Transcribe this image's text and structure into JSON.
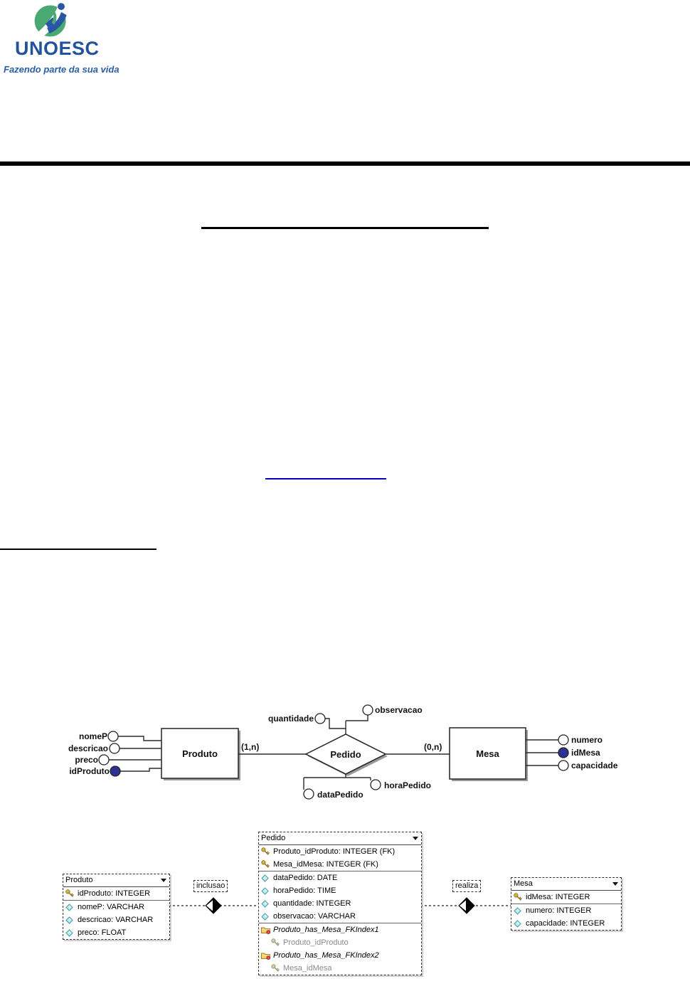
{
  "logo": {
    "brand": "UNOESC",
    "tagline": "Fazendo parte da sua vida",
    "brand_color": "#24539e",
    "green": "#4aa873",
    "blue": "#2a57a5"
  },
  "link": {
    "underline_color": "#0000bb"
  },
  "er": {
    "entities": {
      "produto": "Produto",
      "mesa": "Mesa"
    },
    "relationship": {
      "name": "Pedido",
      "card_produto": "(1,n)",
      "card_mesa": "(0,n)"
    },
    "attributes": {
      "nomeP": "nomeP",
      "descricao": "descricao",
      "preco": "preco",
      "idProduto": "idProduto",
      "quantidade": "quantidade",
      "observacao": "observacao",
      "dataPedido": "dataPedido",
      "horaPedido": "horaPedido",
      "numero": "numero",
      "idMesa": "idMesa",
      "capacidade": "capacidade"
    },
    "key_fill": "#2e3192"
  },
  "physical": {
    "relations": {
      "inclusao": "inclusao",
      "realiza": "realiza"
    },
    "tables": {
      "produto": {
        "title": "Produto",
        "sections": [
          [
            {
              "icon": "key",
              "text": "idProduto: INTEGER"
            }
          ],
          [
            {
              "icon": "col",
              "text": "nomeP: VARCHAR"
            },
            {
              "icon": "col",
              "text": "descricao: VARCHAR"
            },
            {
              "icon": "col",
              "text": "preco: FLOAT"
            }
          ]
        ]
      },
      "pedido": {
        "title": "Pedido",
        "sections": [
          [
            {
              "icon": "key",
              "text": "Produto_idProduto: INTEGER (FK)"
            },
            {
              "icon": "key",
              "text": "Mesa_idMesa: INTEGER (FK)"
            }
          ],
          [
            {
              "icon": "col",
              "text": "dataPedido: DATE"
            },
            {
              "icon": "col",
              "text": "horaPedido: TIME"
            },
            {
              "icon": "col",
              "text": "quantidade: INTEGER"
            },
            {
              "icon": "col",
              "text": "observacao: VARCHAR"
            }
          ],
          [
            {
              "icon": "index",
              "text": "Produto_has_Mesa_FKIndex1"
            },
            {
              "icon": "subkey",
              "text": "Produto_idProduto"
            },
            {
              "icon": "index",
              "text": "Produto_has_Mesa_FKIndex2"
            },
            {
              "icon": "subkey",
              "text": "Mesa_idMesa"
            }
          ]
        ]
      },
      "mesa": {
        "title": "Mesa",
        "sections": [
          [
            {
              "icon": "key",
              "text": "idMesa: INTEGER"
            }
          ],
          [
            {
              "icon": "col",
              "text": "numero: INTEGER"
            },
            {
              "icon": "col",
              "text": "capacidade: INTEGER"
            }
          ]
        ]
      }
    }
  }
}
